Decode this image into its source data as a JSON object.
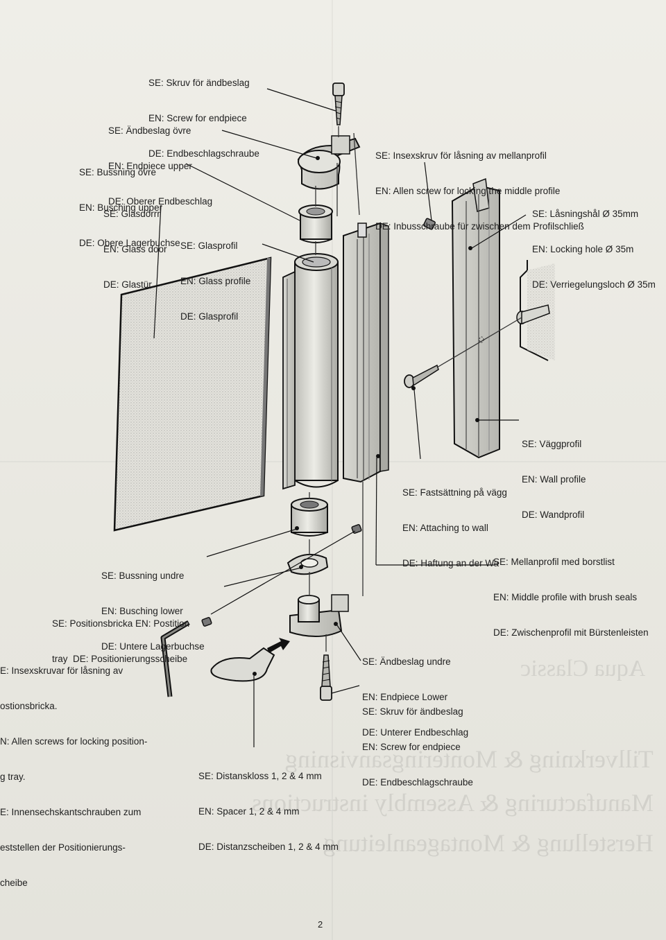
{
  "labels": {
    "screw_top": {
      "se": "SE: Skruv för ändbeslag",
      "en": "EN: Screw for endpiece",
      "de": "DE: Endbeschlagschraube"
    },
    "endpiece_upper": {
      "se": "SE: Ändbeslag övre",
      "en": "EN: Endpiece upper",
      "de": "DE: Oberer Endbeschlag"
    },
    "bushing_upper": {
      "se": "SE: Bussning övre",
      "en": "EN: Busching upper",
      "de": "DE: Obere Lagerbuchse"
    },
    "glass_door": {
      "se": "SE: Glasdörrr",
      "en": "EN: Glass door",
      "de": "DE: Glastür"
    },
    "glass_profile": {
      "se": "SE: Glasprofil",
      "en": "EN: Glass profile",
      "de": "DE: Glasprofil"
    },
    "allen_middle": {
      "se": "SE: Insexskruv för låsning av mellanprofil",
      "en": "EN: Allen screw for locking the middle profile",
      "de": "DE: Inbusschraube für zwischen dem Profilschließ"
    },
    "locking_hole": {
      "se": "SE: Låsningshål Ø 35mm",
      "en": "EN: Locking hole Ø 35m",
      "de": "DE: Verriegelungsloch Ø 35m"
    },
    "wall_profile": {
      "se": "SE: Väggprofil",
      "en": "EN: Wall profile",
      "de": "DE: Wandprofil"
    },
    "attach_wall": {
      "se": "SE: Fastsättning på vägg",
      "en": "EN: Attaching to wall",
      "de": "DE: Haftung an der Wa"
    },
    "middle_profile": {
      "se": "SE: Mellanprofil med borstlist",
      "en": "EN: Middle profile with brush seals",
      "de": "DE: Zwischenprofil mit Bürstenleisten"
    },
    "bushing_lower": {
      "se": "SE: Bussning undre",
      "en": "EN: Busching lower",
      "de": "DE: Untere Lagerbuchse"
    },
    "position_tray": {
      "l1": "SE: Positionsbricka EN: Postition",
      "l2": "tray  DE: Positionierungsscheibe"
    },
    "allen_position": {
      "l1": "E: Insexskruvar för låsning av",
      "l2": "ostionsbricka.",
      "l3": "N: Allen screws for locking position-",
      "l4": "g tray.",
      "l5": "E: Innensechskantschrauben zum",
      "l6": "eststellen der Positionierungs-",
      "l7": "cheibe"
    },
    "endpiece_lower": {
      "se": "SE: Ändbeslag undre",
      "en": "EN: Endpiece Lower",
      "de": "DE: Unterer Endbeschlag"
    },
    "screw_bottom": {
      "se": "SE: Skruv för ändbeslag",
      "en": "EN: Screw for endpiece",
      "de": "DE: Endbeschlagschraube"
    },
    "spacer": {
      "se": "SE: Distanskloss 1, 2 & 4 mm",
      "en": "EN: Spacer 1, 2 & 4 mm",
      "de": "DE: Distanzscheiben 1, 2 & 4 mm"
    }
  },
  "showthrough": {
    "title": "Aqua Classic",
    "line1": "Tillverkning & Monteringsanvisning",
    "line2": "Manufacturing & Assembly instructions",
    "line3": "Herstellung & Montageanleitung"
  },
  "page_number": "2",
  "colors": {
    "paper": "#ecebe4",
    "ink": "#1d1d1d",
    "metal": "#cfcfc9",
    "glass": "#d9d9d4"
  }
}
